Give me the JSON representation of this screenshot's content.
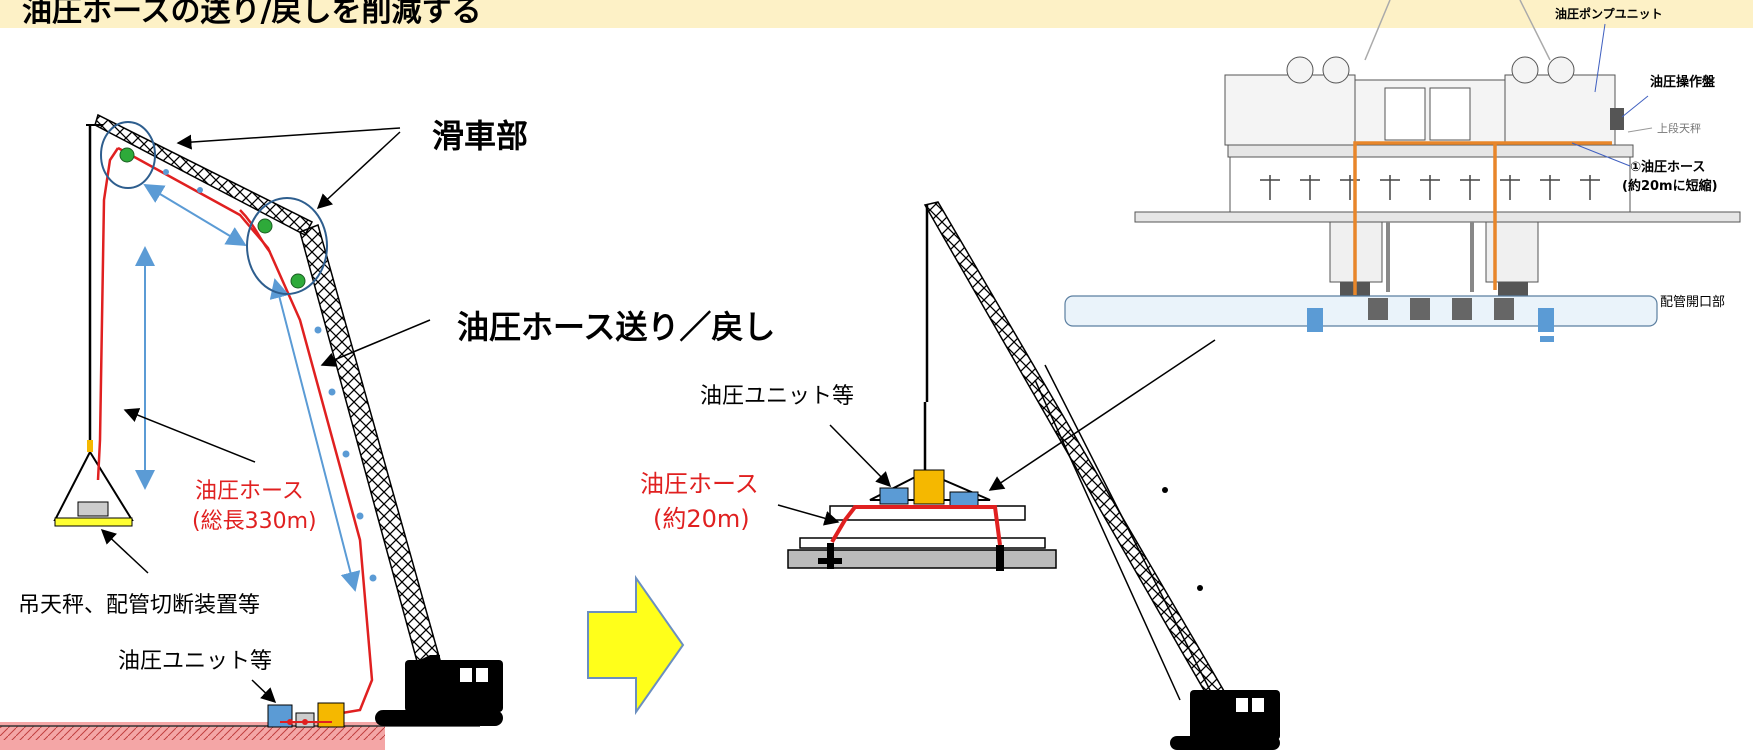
{
  "header": {
    "title": "油圧ホースの送り/戻しを削減する"
  },
  "labels": {
    "pulley": "滑車部",
    "hose_feed": "油圧ホース送り／戻し",
    "hose_total_1": "油圧ホース",
    "hose_total_2": "(総長330m)",
    "hanger": "吊天秤、配管切断装置等",
    "unit_left": "油圧ユニット等",
    "unit_right": "油圧ユニット等",
    "hose_short_1": "油圧ホース",
    "hose_short_2": "(約20m)",
    "pump_unit": "油圧ポンプユニット",
    "control_panel": "油圧操作盤",
    "upper_beam": "上段天秤",
    "hose_note_1": "①油圧ホース",
    "hose_note_2": "(約20mに短縮)",
    "pipe_opening": "配管開口部"
  },
  "colors": {
    "banner": "#fdf1c6",
    "hose": "#e02020",
    "hose_orange": "#e8862a",
    "dimension_arrow": "#5b9bd5",
    "pulley_circle": "#2e5e8e",
    "pulley_node": "#2eaa3a",
    "transition_arrow": "#ffff1a",
    "ground": "#f4a6a6",
    "unit_blue": "#5b9bd5",
    "unit_yellow": "#f5b800"
  },
  "icons": {
    "transition": "right-arrow-icon"
  }
}
